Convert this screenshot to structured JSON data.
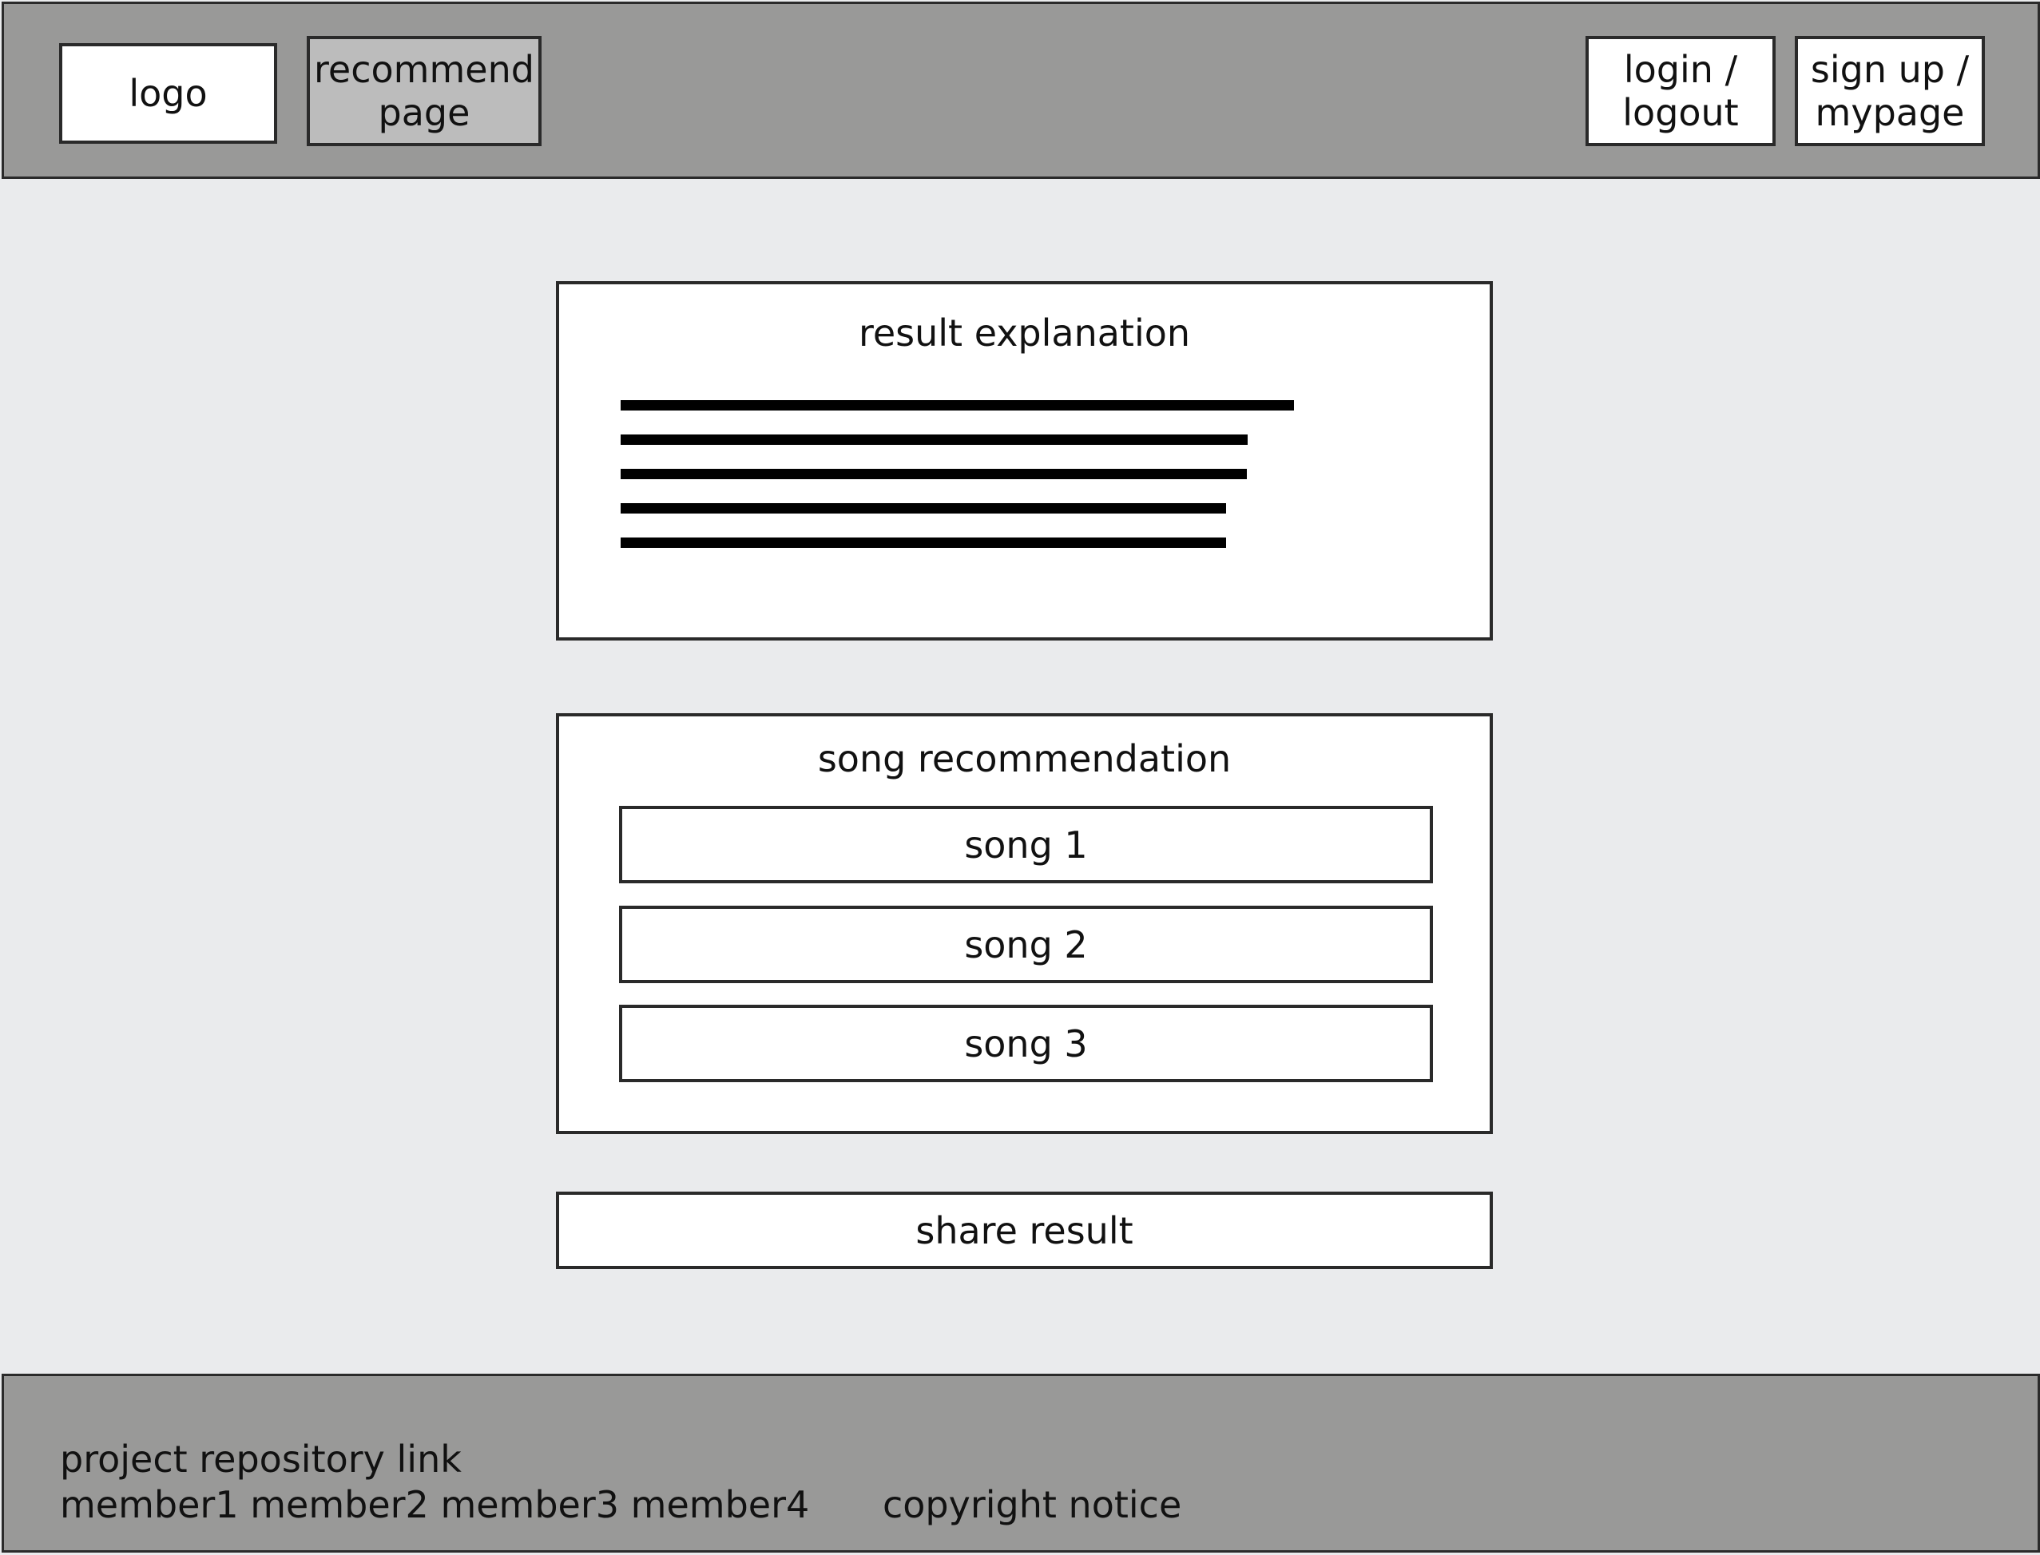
{
  "header": {
    "logo_label": "logo",
    "recommend_label": "recommend\npage",
    "login_label": "login /\nlogout",
    "signup_label": "sign up /\nmypage"
  },
  "result": {
    "title": "result explanation"
  },
  "songs": {
    "title": "song recommendation",
    "items": [
      "song 1",
      "song 2",
      "song 3"
    ]
  },
  "share": {
    "label": "share result"
  },
  "footer": {
    "repo_link": "project repository link",
    "members": "member1 member2 member3 member4",
    "copyright": "copyright  notice"
  },
  "colors": {
    "header_bg": "#999998",
    "page_bg": "#eaebed",
    "recommend_active_bg": "#bcbcbc",
    "border": "#2a2a2a"
  }
}
